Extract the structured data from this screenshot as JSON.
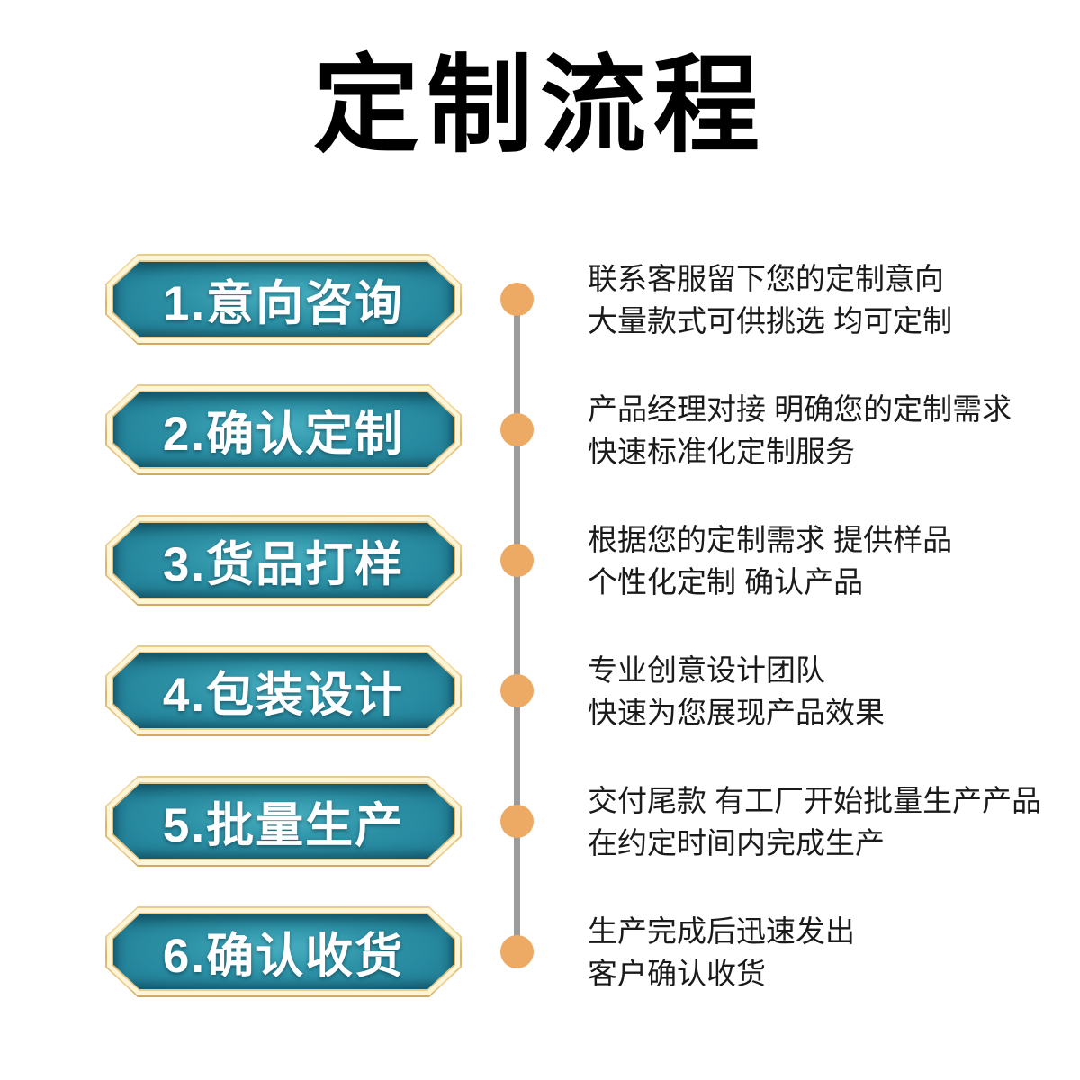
{
  "title": "定制流程",
  "colors": {
    "title_text": "#000000",
    "pill_text": "#ffffff",
    "pill_teal_dark": "#0d5168",
    "pill_teal_light": "#2f99ae",
    "border_gold": "#d9b36a",
    "border_cream": "#fdf5d6",
    "timeline_line": "#9b9b9b",
    "timeline_dot": "#edaa64",
    "description_text": "#1a1a1a",
    "background": "#ffffff"
  },
  "steps": [
    {
      "label": "1.意向咨询",
      "lines": [
        "联系客服留下您的定制意向",
        "大量款式可供挑选 均可定制"
      ]
    },
    {
      "label": "2.确认定制",
      "lines": [
        "产品经理对接 明确您的定制需求",
        "快速标准化定制服务"
      ]
    },
    {
      "label": "3.货品打样",
      "lines": [
        "根据您的定制需求 提供样品",
        "个性化定制 确认产品"
      ]
    },
    {
      "label": "4.包装设计",
      "lines": [
        "专业创意设计团队",
        "快速为您展现产品效果"
      ]
    },
    {
      "label": "5.批量生产",
      "lines": [
        "交付尾款 有工厂开始批量生产产品",
        "在约定时间内完成生产"
      ]
    },
    {
      "label": "6.确认收货",
      "lines": [
        "生产完成后迅速发出",
        "客户确认收货"
      ]
    }
  ]
}
